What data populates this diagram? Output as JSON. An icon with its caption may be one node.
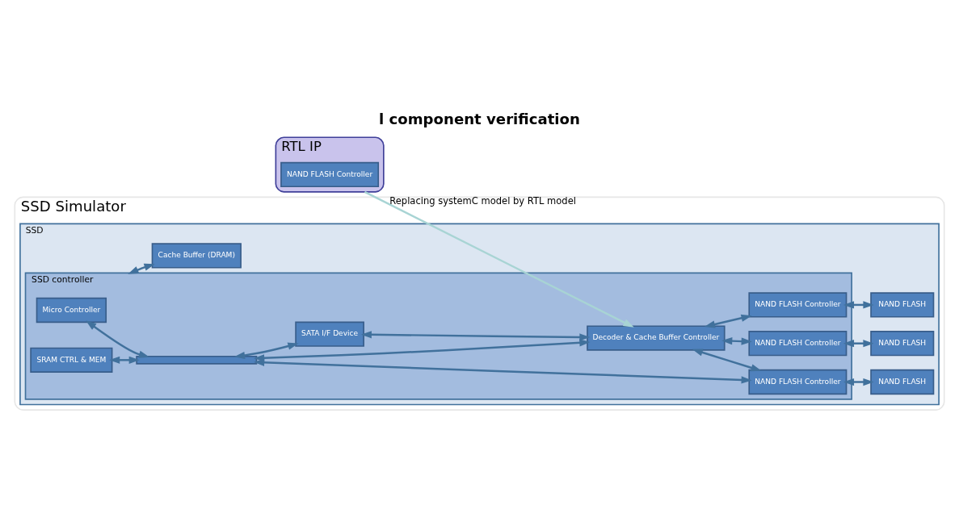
{
  "diagram": {
    "title": "l component verification",
    "nodes": [
      {
        "text": [
          "RTL IP"
        ]
      },
      {
        "text": [
          "NAND FLASH Controller"
        ],
        "in": 0
      },
      {
        "text": [
          "SSD Simulator"
        ]
      },
      {
        "text": [
          "SSD"
        ],
        "in": 2
      },
      {
        "text": [
          "SSD controller"
        ],
        "in": 3
      },
      {
        "text": [
          "Micro Controller"
        ],
        "in": 4
      },
      {
        "text": [
          "SRAM CTRL & MEM"
        ],
        "in": 4
      },
      {
        "text": [],
        "shape": "bar",
        "in": 4
      },
      {
        "text": [
          "SATA I/F Device"
        ],
        "in": 4
      },
      {
        "text": [
          "Decoder & Cache Buffer Controller"
        ],
        "in": 4
      },
      {
        "text": [
          "NAND FLASH Controller"
        ],
        "in": 4
      },
      {
        "text": [
          "NAND FLASH Controller"
        ],
        "in": 4
      },
      {
        "text": [
          "NAND FLASH Controller"
        ],
        "in": 4
      },
      {
        "text": [
          "NAND FLASH"
        ],
        "in": 3
      },
      {
        "text": [
          "NAND FLASH"
        ],
        "in": 3
      },
      {
        "text": [
          "NAND FLASH"
        ],
        "in": 3
      },
      {
        "text": [
          "Cache Buffer (DRAM)"
        ],
        "in": 3
      }
    ],
    "edges": [
      {
        "from": 0,
        "to": 9,
        "arrow": "to",
        "label": "Replacing systemC model by RTL model",
        "color": "#a8d4d4"
      },
      {
        "from": 5,
        "to": 7,
        "arrow": "both"
      },
      {
        "from": 6,
        "to": 7,
        "arrow": "both"
      },
      {
        "from": 7,
        "to": 8,
        "arrow": "both"
      },
      {
        "from": 7,
        "to": 9,
        "arrow": "both"
      },
      {
        "from": 7,
        "to": 10,
        "arrow": "both"
      },
      {
        "from": 8,
        "to": 9,
        "arrow": "both"
      },
      {
        "from": 9,
        "to": 10,
        "arrow": "both"
      },
      {
        "from": 9,
        "to": 11,
        "arrow": "both"
      },
      {
        "from": 9,
        "to": 12,
        "arrow": "both"
      },
      {
        "from": 10,
        "to": 13,
        "arrow": "both"
      },
      {
        "from": 11,
        "to": 14,
        "arrow": "both"
      },
      {
        "from": 12,
        "to": 15,
        "arrow": "both"
      },
      {
        "from": 4,
        "to": 16,
        "arrow": "both"
      }
    ]
  }
}
